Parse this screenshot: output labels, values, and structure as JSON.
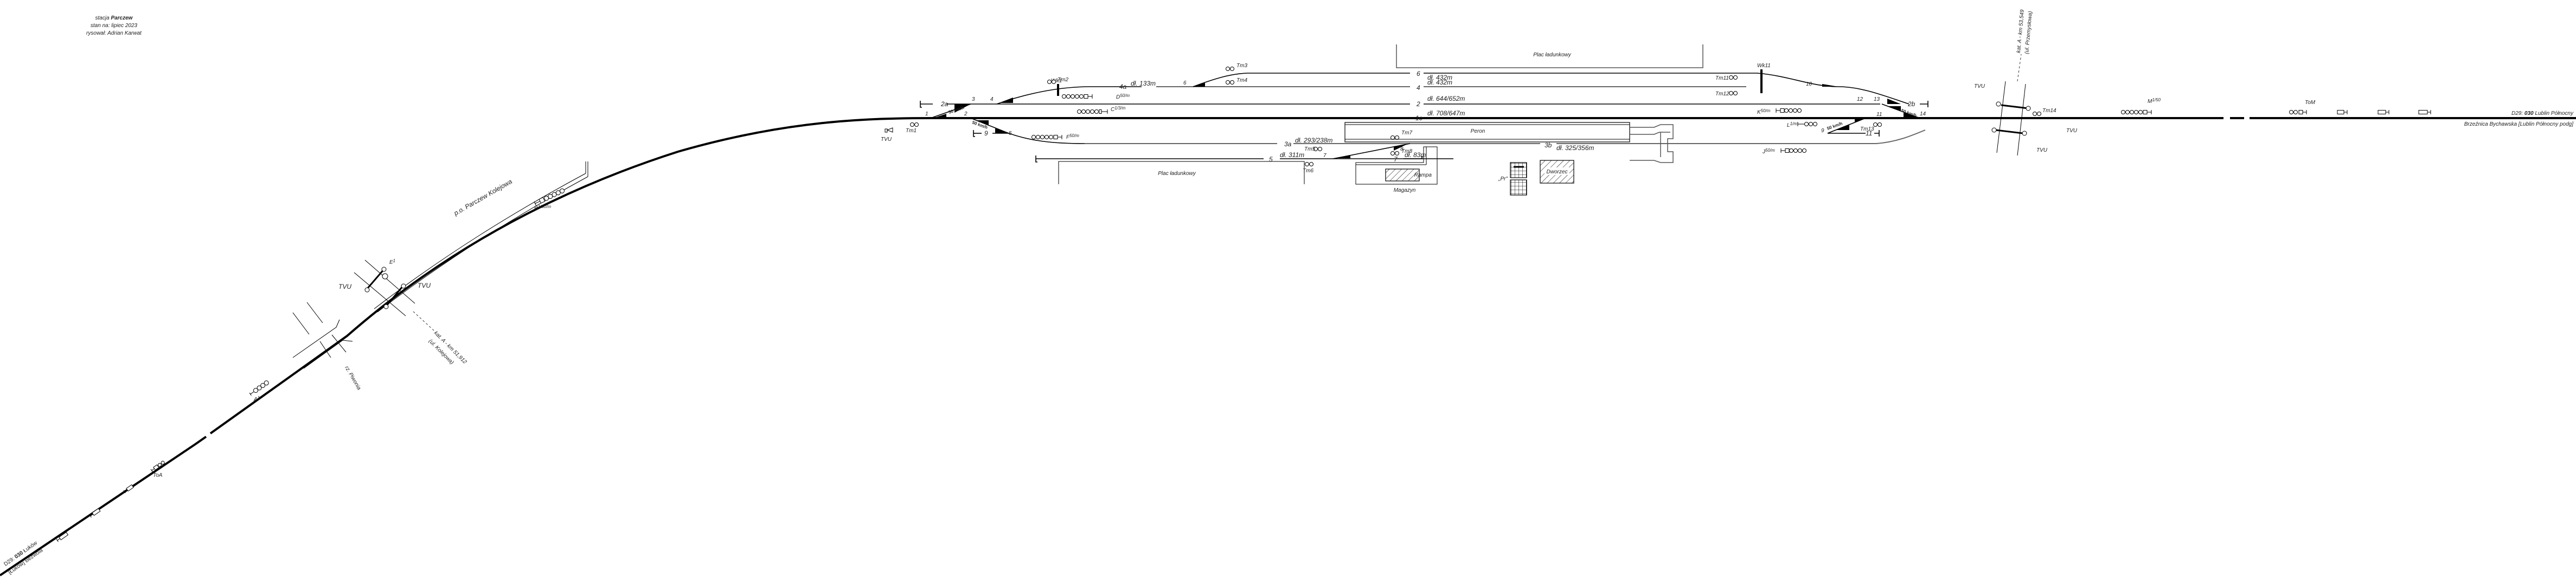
{
  "header": {
    "station_prefix": "stacja",
    "station_name": "Parczew",
    "state": "stan na: lipiec 2023",
    "author": "rysował: Adrian Karwat"
  },
  "tracks": {
    "t6": {
      "number": "6",
      "length": "dł. 432m"
    },
    "t4": {
      "number": "4",
      "length": "dł. 432m"
    },
    "t2": {
      "number": "2",
      "length": "dł. 644/652m"
    },
    "t1c": {
      "number": "1c",
      "length": "dł. 708/647m"
    },
    "t3a": {
      "number": "3a",
      "length": "dł. 293/238m"
    },
    "t3b": {
      "number": "3b",
      "length": "dł. 325/356m"
    },
    "t5": {
      "number": "5",
      "length": "dł. 311m"
    },
    "t7": {
      "number": "7",
      "length": "dł. 83m"
    },
    "t4a": {
      "number": "4a",
      "length": "dł. 133m"
    },
    "t2a": {
      "number": "2a"
    },
    "t2b": {
      "number": "2b"
    },
    "t9": {
      "number": "9"
    },
    "t11": {
      "number": "11"
    }
  },
  "switches": [
    "1",
    "2",
    "3",
    "4",
    "5",
    "6",
    "7",
    "8",
    "9",
    "10",
    "11",
    "12",
    "13",
    "14"
  ],
  "speed_label": "50 km/h",
  "shunting_signals": [
    "Tm1",
    "Tm2",
    "Tm3",
    "Tm4",
    "Tm5",
    "Tm6",
    "Tm7",
    "Tm8",
    "Tm11",
    "Tm12",
    "Tm13",
    "Tm14"
  ],
  "derailers": [
    "Wk1",
    "Wk11"
  ],
  "signals": {
    "A": {
      "name": "A",
      "sup": "1"
    },
    "B": {
      "name": "B",
      "sup": "1/50/m"
    },
    "C": {
      "name": "C",
      "sup": "1/3/m"
    },
    "D": {
      "name": "D",
      "sup": "50/m"
    },
    "E": {
      "name": "E",
      "sup": "1"
    },
    "F": {
      "name": "F",
      "sup": "50/m"
    },
    "J": {
      "name": "J",
      "sup": "50/m"
    },
    "K": {
      "name": "K",
      "sup": "50/m"
    },
    "L": {
      "name": "L",
      "sup": "1/m"
    },
    "M": {
      "name": "M",
      "sup": "1/50"
    }
  },
  "warning_signals": {
    "toa": "ToA",
    "tom": "ToM"
  },
  "tvu_label": "TVU",
  "structures": {
    "loading_yard_top": "Plac ładunkowy",
    "loading_yard_bottom": "Plac ładunkowy",
    "platform": "Peron",
    "ramp": "Rampa",
    "warehouse": "Magazyn",
    "station_building": "Dworzec",
    "signal_box": "„Pr\""
  },
  "stop": {
    "name": "p.o. Parczew Kolejowa"
  },
  "crossings": {
    "km51": {
      "line1": "kat. A - km 51,912",
      "line2": "(ul. Kolejowa)"
    },
    "km53": {
      "line1": "kat. A - km 53,549",
      "line2": "(ul. Przemysłowa)"
    }
  },
  "river": "rz. Piwonia",
  "line_ends": {
    "west": {
      "prefix": "D29:",
      "line": "030",
      "dest": "Łuków",
      "next": "[Łuków] Bezwola"
    },
    "east": {
      "prefix": "D29:",
      "line": "030",
      "dest": "Lublin Północny",
      "next": "Brzeźnica Bychawska [Lublin Północny podg]"
    }
  }
}
